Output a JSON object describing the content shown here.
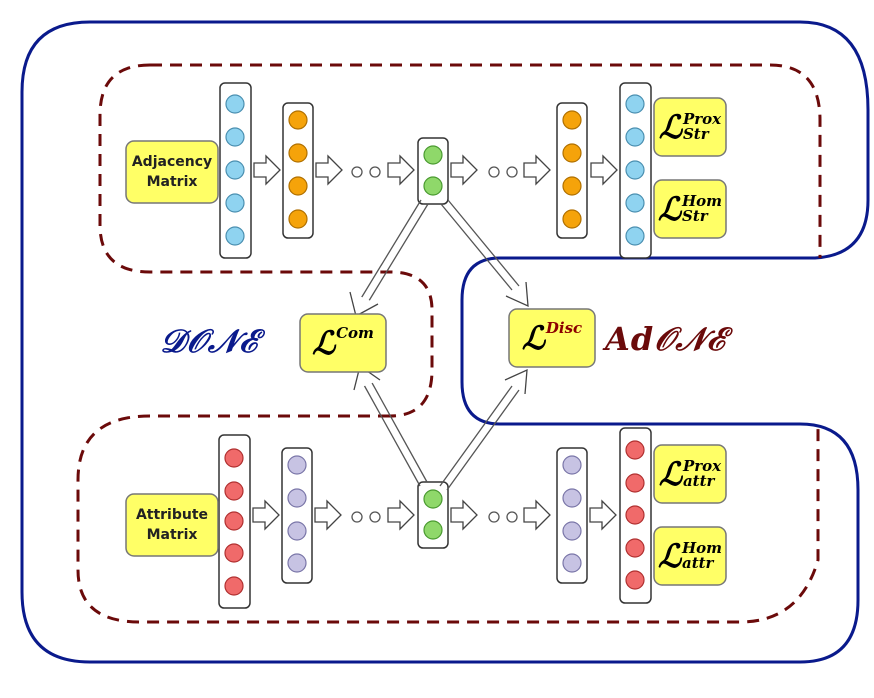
{
  "colors": {
    "outer_frame": "#0a1a8c",
    "dashed": "#6b0a0a",
    "box_fill": "#ffff66",
    "box_border": "#666666",
    "node_blue": "#8fd3f0",
    "node_orange": "#f5a30a",
    "node_green": "#8fd86a",
    "node_red": "#f06a6a",
    "node_lavender": "#c7c3e3",
    "done_text": "#0a1a8c",
    "adone_text": "#6b0a0a",
    "disc_superscript": "#8b0000"
  },
  "inputs": {
    "adjacency": {
      "line1": "Adjacency",
      "line2": "Matrix"
    },
    "attribute": {
      "line1": "Attribute",
      "line2": "Matrix"
    }
  },
  "losses": {
    "prox_str": {
      "symbol": "ℒ",
      "sup": "Prox",
      "sub": "Str"
    },
    "hom_str": {
      "symbol": "ℒ",
      "sup": "Hom",
      "sub": "Str"
    },
    "prox_attr": {
      "symbol": "ℒ",
      "sup": "Prox",
      "sub": "attr"
    },
    "hom_attr": {
      "symbol": "ℒ",
      "sup": "Hom",
      "sub": "attr"
    },
    "com": {
      "symbol": "ℒ",
      "sup": "Com"
    },
    "disc": {
      "symbol": "ℒ",
      "sup": "Disc"
    }
  },
  "models": {
    "done": "𝒟𝒪𝒩ℰ",
    "adone": "Ad𝒪𝒩ℰ"
  },
  "ellipsis": "○ ○"
}
